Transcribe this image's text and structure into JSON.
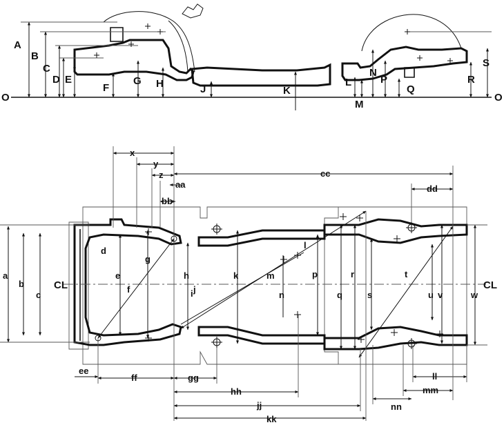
{
  "side_view": {
    "datum_left": "O",
    "datum_right": "O",
    "labels": [
      "A",
      "B",
      "C",
      "D",
      "E",
      "F",
      "G",
      "H",
      "J",
      "K",
      "L",
      "M",
      "N",
      "P",
      "Q",
      "R",
      "S"
    ]
  },
  "plan_view": {
    "centerline_left": "CL",
    "centerline_right": "CL",
    "labels": [
      "a",
      "b",
      "c",
      "d",
      "e",
      "f",
      "g",
      "h",
      "i",
      "j",
      "k",
      "l",
      "m",
      "n",
      "p",
      "q",
      "r",
      "s",
      "t",
      "u",
      "v",
      "w",
      "x",
      "y",
      "z",
      "aa",
      "bb",
      "cc",
      "dd",
      "ee",
      "ff",
      "gg",
      "hh",
      "jj",
      "kk",
      "ll",
      "mm",
      "nn"
    ]
  }
}
